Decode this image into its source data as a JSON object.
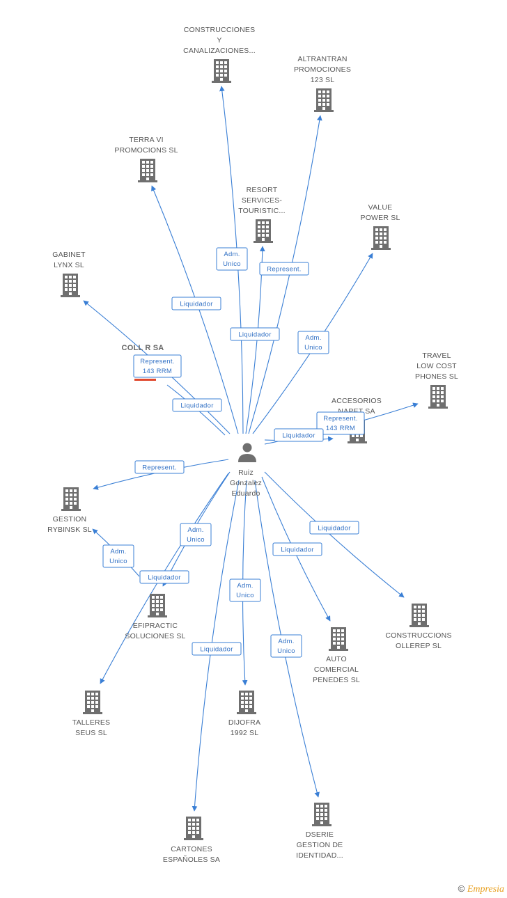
{
  "center": {
    "lines": [
      "Ruiz",
      "Gonzalez",
      "Eduardo"
    ]
  },
  "nodes": [
    {
      "id": "construcciones",
      "lines": [
        "CONSTRUCCIONES",
        "Y",
        "CANALIZACIONES..."
      ]
    },
    {
      "id": "altrantran",
      "lines": [
        "ALTRANTRAN",
        "PROMOCIONES",
        "123 SL"
      ]
    },
    {
      "id": "terra",
      "lines": [
        "TERRA VI",
        "PROMOCIONS SL"
      ]
    },
    {
      "id": "resort",
      "lines": [
        "RESORT",
        "SERVICES-",
        "TOURISTIC..."
      ]
    },
    {
      "id": "value",
      "lines": [
        "VALUE",
        "POWER SL"
      ]
    },
    {
      "id": "gabinet",
      "lines": [
        "GABINET",
        "LYNX SL"
      ]
    },
    {
      "id": "coll",
      "lines": [
        "COLL R SA"
      ]
    },
    {
      "id": "travel",
      "lines": [
        "TRAVEL",
        "LOW COST",
        "PHONES SL"
      ]
    },
    {
      "id": "accesorios",
      "lines": [
        "ACCESORIOS",
        "NAPET SA"
      ]
    },
    {
      "id": "gestion",
      "lines": [
        "GESTION",
        "RYBINSK SL"
      ]
    },
    {
      "id": "efipractic",
      "lines": [
        "EFIPRACTIC",
        "SOLUCIONES SL"
      ]
    },
    {
      "id": "construccions_ollerep",
      "lines": [
        "CONSTRUCCIONS",
        "OLLEREP SL"
      ]
    },
    {
      "id": "auto",
      "lines": [
        "AUTO",
        "COMERCIAL",
        "PENEDES SL"
      ]
    },
    {
      "id": "talleres",
      "lines": [
        "TALLERES",
        "SEUS SL"
      ]
    },
    {
      "id": "dijofra",
      "lines": [
        "DIJOFRA",
        "1992 SL"
      ]
    },
    {
      "id": "cartones",
      "lines": [
        "CARTONES",
        "ESPAÑOLES SA"
      ]
    },
    {
      "id": "dserie",
      "lines": [
        "DSERIE",
        "GESTION DE",
        "IDENTIDAD..."
      ]
    }
  ],
  "edges": [
    {
      "to": "construcciones",
      "lines": [
        "Adm.",
        "Unico"
      ]
    },
    {
      "to": "altrantran",
      "lines": [
        "Represent."
      ]
    },
    {
      "to": "terra",
      "lines": [
        "Liquidador"
      ]
    },
    {
      "to": "resort",
      "lines": [
        "Liquidador"
      ]
    },
    {
      "to": "value",
      "lines": [
        "Adm.",
        "Unico"
      ]
    },
    {
      "to": "gabinet",
      "lines": [
        "Represent.",
        "143 RRM"
      ]
    },
    {
      "to": "coll",
      "lines": [
        "Liquidador"
      ]
    },
    {
      "to": "travel",
      "lines": [
        "Represent.",
        "143 RRM"
      ]
    },
    {
      "to": "accesorios",
      "lines": [
        "Liquidador"
      ]
    },
    {
      "to": "gestion",
      "lines": [
        "Represent."
      ]
    },
    {
      "to": "efipractic",
      "lines": [
        "Adm.",
        "Unico"
      ]
    },
    {
      "to": "talleres",
      "lines": [
        "Adm.",
        "Unico"
      ]
    },
    {
      "to": "efipractic2",
      "lines": [
        "Liquidador"
      ]
    },
    {
      "to": "construccions_ollerep",
      "lines": [
        "Liquidador"
      ]
    },
    {
      "to": "auto",
      "lines": [
        "Liquidador"
      ]
    },
    {
      "to": "dijofra",
      "lines": [
        "Adm.",
        "Unico"
      ]
    },
    {
      "to": "cartones",
      "lines": [
        "Liquidador"
      ]
    },
    {
      "to": "dserie",
      "lines": [
        "Adm.",
        "Unico"
      ]
    }
  ],
  "footer": {
    "copyright": "©",
    "brand": "Empresia"
  }
}
